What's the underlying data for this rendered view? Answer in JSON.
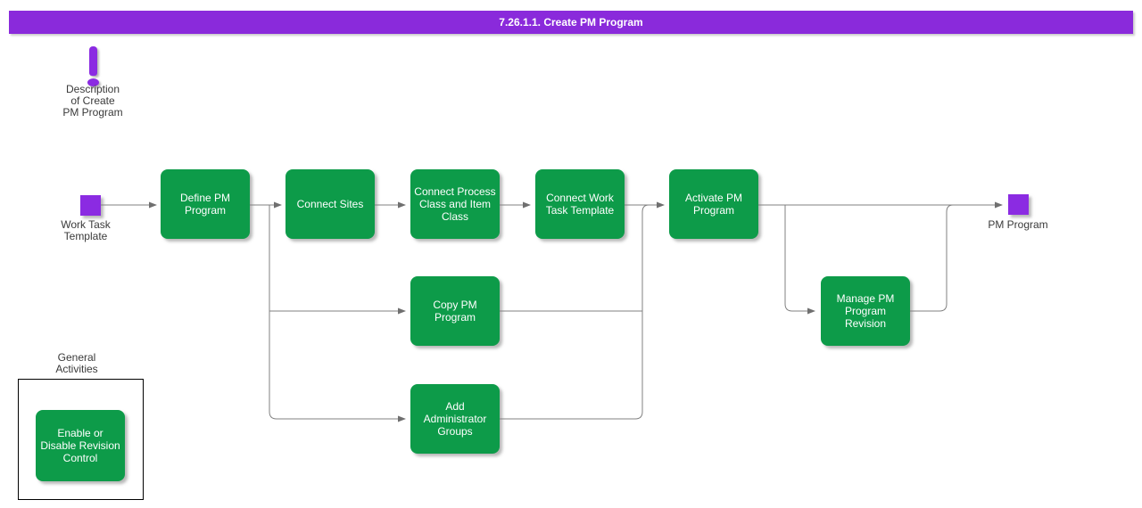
{
  "banner": {
    "title": "7.26.1.1. Create PM Program"
  },
  "description_note": {
    "icon": "exclamation-icon",
    "label": "Description\nof Create\nPM Program"
  },
  "nodes": {
    "work_task_template": {
      "type": "input-event",
      "label": "Work Task\nTemplate"
    },
    "define_pm_program": {
      "type": "activity",
      "label": "Define PM\nProgram"
    },
    "connect_sites": {
      "type": "activity",
      "label": "Connect Sites"
    },
    "connect_process_class_and_item_class": {
      "type": "activity",
      "label": "Connect Process\nClass and Item\nClass"
    },
    "connect_work_task_template": {
      "type": "activity",
      "label": "Connect Work\nTask Template"
    },
    "activate_pm_program": {
      "type": "activity",
      "label": "Activate PM\nProgram"
    },
    "copy_pm_program": {
      "type": "activity",
      "label": "Copy PM\nProgram"
    },
    "add_administrator_groups": {
      "type": "activity",
      "label": "Add\nAdministrator\nGroups"
    },
    "manage_pm_program_revision": {
      "type": "activity",
      "label": "Manage PM\nProgram\nRevision"
    },
    "pm_program": {
      "type": "output-event",
      "label": "PM Program"
    },
    "enable_or_disable_revision_control": {
      "type": "activity",
      "label": "Enable or\nDisable Revision\nControl"
    }
  },
  "groups": {
    "general_activities": {
      "label": "General\nActivities"
    }
  },
  "colors": {
    "activity_green": "#0d9b49",
    "event_purple": "#8b2be2",
    "banner_purple": "#8a2adb",
    "connector_gray": "#808080"
  }
}
